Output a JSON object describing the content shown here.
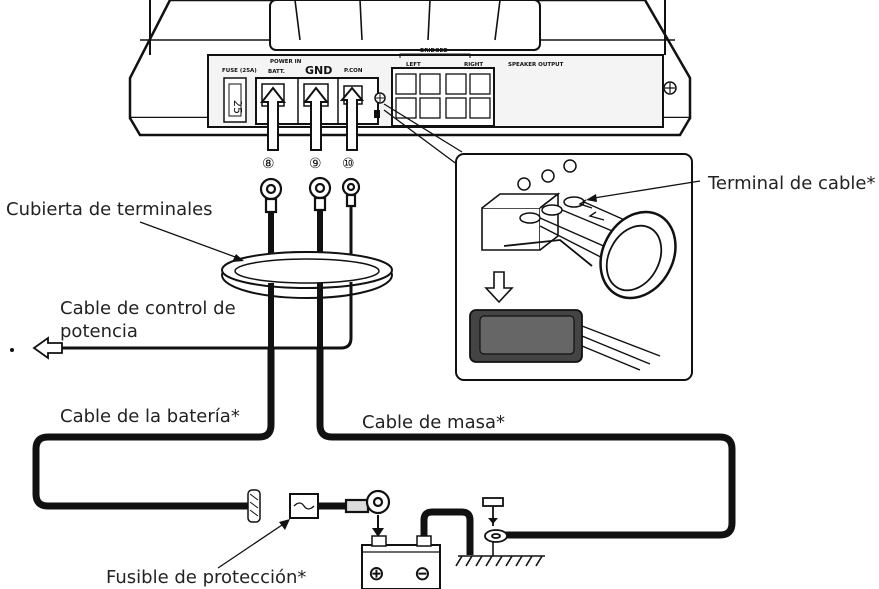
{
  "amp": {
    "fuse_label": "FUSE (25A)",
    "fuse_value": "25",
    "power_in_label": "POWER IN",
    "batt_label": "BATT.",
    "gnd_label": "GND",
    "pcon_label": "P.CON",
    "bridged_label": "BRIDGED",
    "left_label": "LEFT",
    "right_label": "RIGHT",
    "speaker_output_label": "SPEAKER OUTPUT"
  },
  "terminals": [
    "⑧",
    "⑨",
    "⑩"
  ],
  "labels": {
    "terminal_cover": "Cubierta de terminales",
    "power_control_line1": "Cable de control de",
    "power_control_line2": "potencia",
    "battery_cable": "Cable de la batería*",
    "ground_cable": "Cable de masa*",
    "fuse": "Fusible de protección*",
    "cable_terminal": "Terminal de cable*"
  },
  "battery": {
    "plus": "⊕",
    "minus": "⊖"
  }
}
